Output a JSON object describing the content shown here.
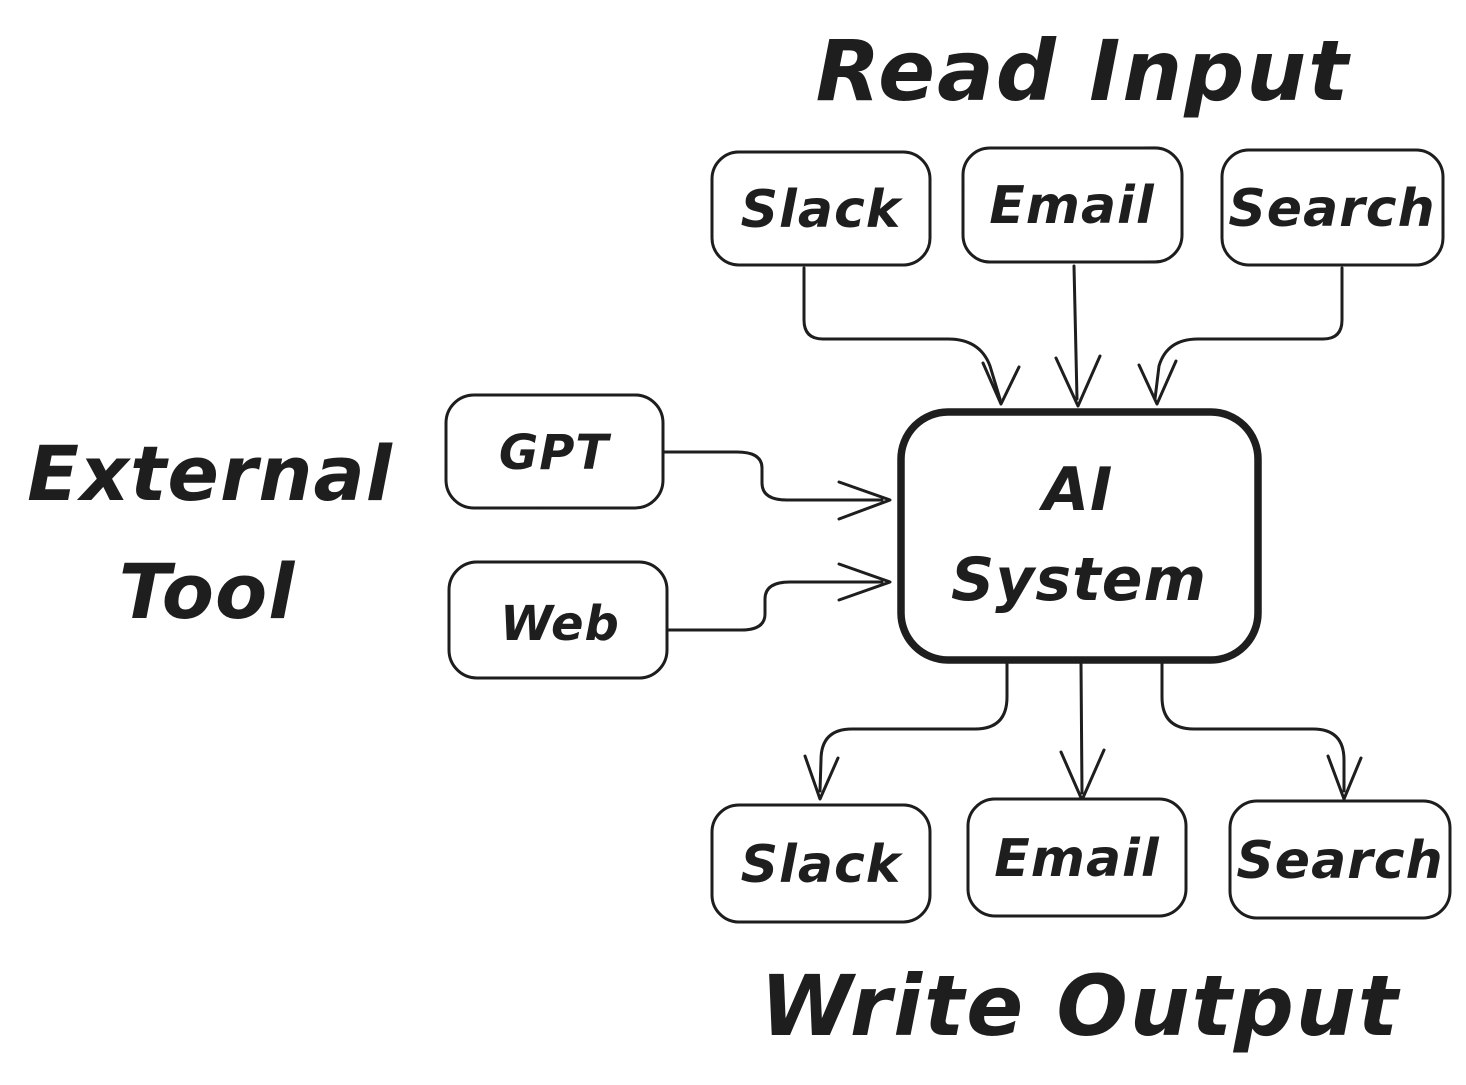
{
  "diagram": {
    "colors": {
      "stroke": "#1e1e1e",
      "background": "#ffffff"
    },
    "titles": {
      "read_input": "Read Input",
      "write_output": "Write Output",
      "external_tool_line1": "External",
      "external_tool_line2": "Tool"
    },
    "nodes": {
      "ai": {
        "line1": "AI",
        "line2": "System"
      },
      "inputs": [
        {
          "label": "Slack"
        },
        {
          "label": "Email"
        },
        {
          "label": "Search"
        }
      ],
      "tools": [
        {
          "label": "GPT"
        },
        {
          "label": "Web"
        }
      ],
      "outputs": [
        {
          "label": "Slack"
        },
        {
          "label": "Email"
        },
        {
          "label": "Search"
        }
      ]
    },
    "edges": [
      {
        "from": "Slack (input)",
        "to": "AI System"
      },
      {
        "from": "Email (input)",
        "to": "AI System"
      },
      {
        "from": "Search (input)",
        "to": "AI System"
      },
      {
        "from": "GPT",
        "to": "AI System"
      },
      {
        "from": "Web",
        "to": "AI System"
      },
      {
        "from": "AI System",
        "to": "Slack (output)"
      },
      {
        "from": "AI System",
        "to": "Email (output)"
      },
      {
        "from": "AI System",
        "to": "Search (output)"
      }
    ]
  }
}
